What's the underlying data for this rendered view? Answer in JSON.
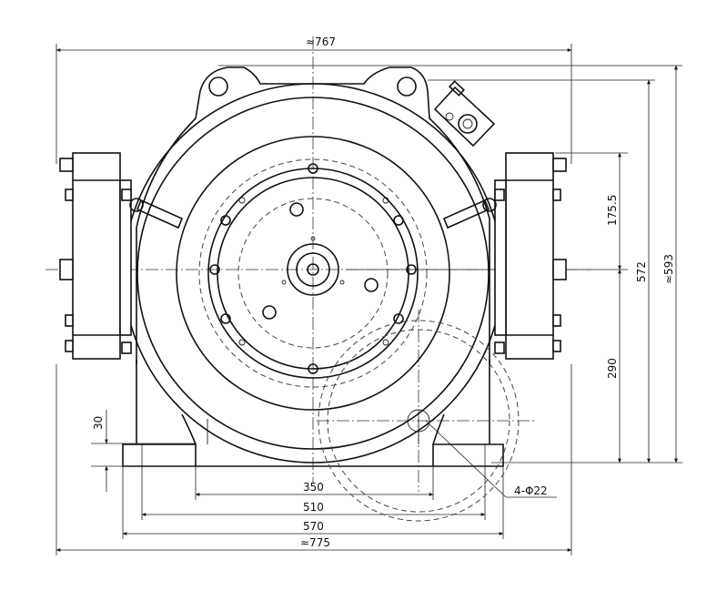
{
  "dimensions": {
    "top_width": "≈767",
    "bottom_width": "≈775",
    "d350": "350",
    "d510": "510",
    "d570": "570",
    "d30": "30",
    "d175_5": "175.5",
    "d290": "290",
    "d572": "572",
    "d593": "≈593",
    "holes": "4-Φ22"
  }
}
